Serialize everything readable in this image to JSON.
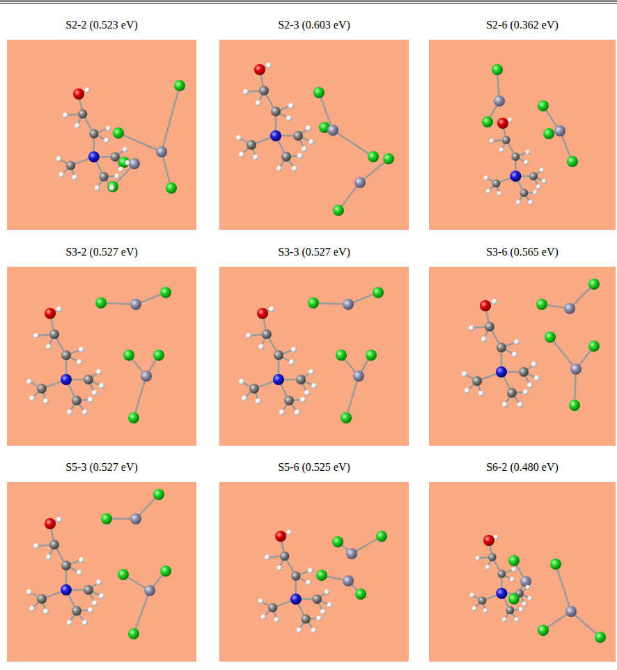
{
  "diagram": {
    "nodes": [
      {
        "text": [
          "S2-2 (0.523 eV)"
        ]
      },
      {
        "text": [
          "S2-3 (0.603 eV)"
        ]
      },
      {
        "text": [
          "S2-6 (0.362 eV)"
        ]
      },
      {
        "text": [
          "S3-2 (0.527 eV)"
        ]
      },
      {
        "text": [
          "S3-3 (0.527 eV)"
        ]
      },
      {
        "text": [
          "S3-6 (0.565 eV)"
        ]
      },
      {
        "text": [
          "S5-3 (0.527 eV)"
        ]
      },
      {
        "text": [
          "S5-6 (0.525 eV)"
        ]
      },
      {
        "text": [
          "S6-2 (0.480 eV)"
        ]
      }
    ]
  }
}
